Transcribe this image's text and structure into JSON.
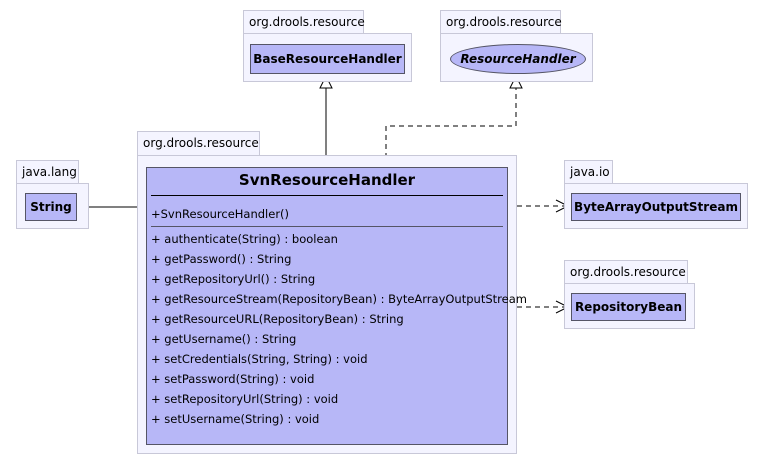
{
  "packages": {
    "base_resource": "org.drools.resource",
    "resource_handler": "org.drools.resource",
    "main": "org.drools.resource",
    "java_lang": "java.lang",
    "java_io": "java.io",
    "repository_bean": "org.drools.resource"
  },
  "classes": {
    "base_resource_handler": "BaseResourceHandler",
    "resource_handler_interface": "ResourceHandler",
    "string": "String",
    "byte_array_output_stream": "ByteArrayOutputStream",
    "repository_bean": "RepositoryBean"
  },
  "main_class": {
    "name": "SvnResourceHandler",
    "constructor": "+SvnResourceHandler()",
    "methods": [
      "+ authenticate(String) : boolean",
      "+ getPassword() : String",
      "+ getRepositoryUrl() : String",
      "+ getResourceStream(RepositoryBean) : ByteArrayOutputStream",
      "+ getResourceURL(RepositoryBean) : String",
      "+ getUsername() : String",
      "+ setCredentials(String, String) : void",
      "+ setPassword(String) : void",
      "+ setRepositoryUrl(String) : void",
      "+ setUsername(String) : void"
    ]
  }
}
